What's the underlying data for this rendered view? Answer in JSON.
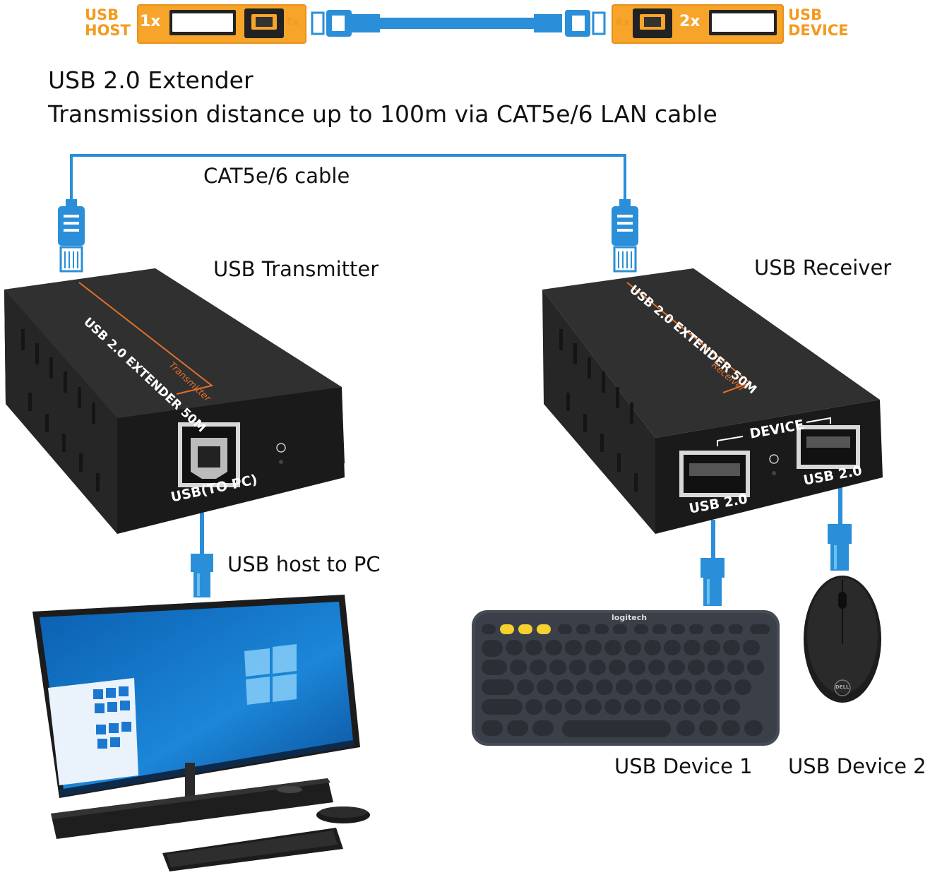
{
  "banner": {
    "left_label_line1": "USB",
    "left_label_line2": "HOST",
    "left_count": "1x",
    "left_port_tag": "Tx",
    "right_port_tag": "Rx",
    "right_count": "2x",
    "right_label_line1": "USB",
    "right_label_line2": "DEVICE"
  },
  "heading": {
    "line1": "USB 2.0 Extender",
    "line2": "Transmission distance up to 100m via CAT5e/6 LAN cable"
  },
  "labels": {
    "cable": "CAT5e/6 cable",
    "transmitter": "USB Transmitter",
    "receiver": "USB Receiver",
    "host_to_pc": "USB host to PC",
    "device1": "USB Device 1",
    "device2": "USB Device 2"
  },
  "transmitter_box": {
    "top_text": "USB 2.0 EXTENDER 50M",
    "sub_text": "Transmitter",
    "port_label": "USB(TO PC)"
  },
  "receiver_box": {
    "top_text": "USB 2.0 EXTENDER 50M",
    "sub_text": "Receiver",
    "group_label": "DEVICE",
    "port1_label": "USB 2.0",
    "port2_label": "USB 2.0"
  },
  "brands": {
    "keyboard": "logitech",
    "mouse": "DELL"
  },
  "colors": {
    "cable_blue": "#2a8fd8",
    "badge_orange": "#f7a42a",
    "box_dark": "#1f1f1f",
    "accent_orange": "#e0702a"
  }
}
